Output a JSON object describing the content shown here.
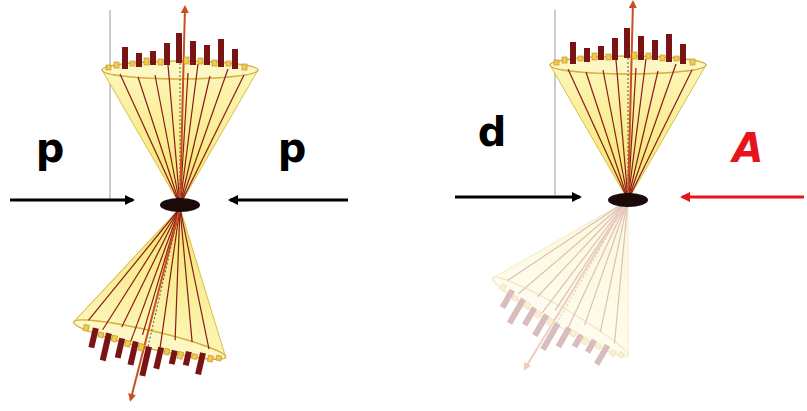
{
  "diagram": {
    "labels": [
      "p",
      "p",
      "d",
      "A"
    ]
  }
}
